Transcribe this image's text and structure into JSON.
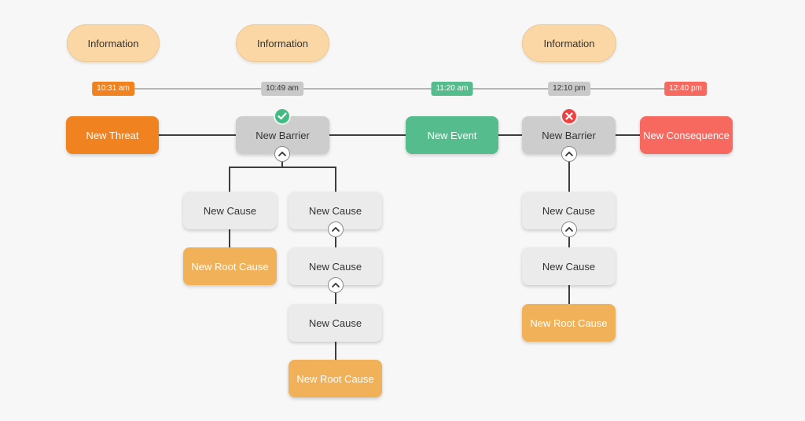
{
  "info_buttons": [
    {
      "label": "Information"
    },
    {
      "label": "Information"
    },
    {
      "label": "Information"
    }
  ],
  "timeline": {
    "events": [
      {
        "time": "10:31 am",
        "color": "#f08220"
      },
      {
        "time": "10:49 am",
        "color": "#c9c9c9"
      },
      {
        "time": "11:20 am",
        "color": "#55bd8d"
      },
      {
        "time": "12:10 pm",
        "color": "#c9c9c9"
      },
      {
        "time": "12:40 pm",
        "color": "#f7685f"
      }
    ]
  },
  "diagram": {
    "threat": {
      "label": "New Threat",
      "color": "#f08220"
    },
    "barrier_left": {
      "label": "New Barrier",
      "color": "#cdcdcd",
      "status": "success",
      "status_icon": "check-circle"
    },
    "event": {
      "label": "New Event",
      "color": "#55bd8d"
    },
    "barrier_right": {
      "label": "New Barrier",
      "color": "#cdcdcd",
      "status": "failure",
      "status_icon": "x-circle"
    },
    "consequence": {
      "label": "New Consequence",
      "color": "#f7685f"
    },
    "left_tree": {
      "cause": {
        "label": "New Cause"
      },
      "root_cause": {
        "label": "New Root Cause"
      }
    },
    "middle_tree": {
      "cause1": {
        "label": "New Cause"
      },
      "cause2": {
        "label": "New Cause"
      },
      "cause3": {
        "label": "New Cause"
      },
      "root_cause": {
        "label": "New Root Cause"
      }
    },
    "right_tree": {
      "cause1": {
        "label": "New Cause"
      },
      "cause2": {
        "label": "New Cause"
      },
      "root_cause": {
        "label": "New Root Cause"
      }
    }
  },
  "icons": {
    "success": "check-circle",
    "failure": "x-circle",
    "collapse": "chevron-up"
  },
  "colors": {
    "background": "#f7f7f7",
    "info_button": "#fbd7a6",
    "threat": "#f08220",
    "barrier": "#cdcdcd",
    "event": "#55bd8d",
    "consequence": "#f7685f",
    "cause": "#ebebeb",
    "root_cause": "#f0b159",
    "status_success": "#41bc83",
    "status_failure": "#ee4141",
    "timeline_line": "#b5b5b5",
    "connector_line": "#3d3d3d"
  }
}
